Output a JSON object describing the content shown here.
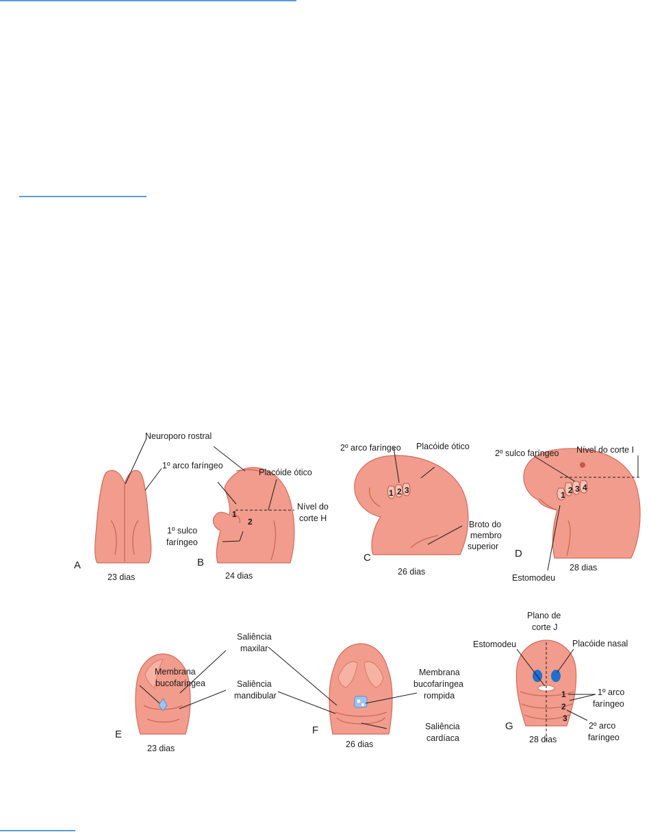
{
  "colors": {
    "embryo": "#f19c8c",
    "embryo_edge": "#d36a5c",
    "placode_nasal": "#1f6fd0",
    "membrane": "#9dc4ef",
    "highlight_lines": "#5b9bd5"
  },
  "panels": {
    "a": {
      "letter": "A",
      "age": "23 dias",
      "neuroporo": "Neuroporo rostral",
      "arco1": "1º arco faríngeo"
    },
    "b": {
      "letter": "B",
      "age": "24 dias",
      "placoide_otico": "Placóide ótico",
      "sulco1_l1": "1º sulco",
      "sulco1_l2": "faríngeo",
      "nivel_l1": "Nível do",
      "nivel_l2": "corte H",
      "n1": "1",
      "n2": "2"
    },
    "c": {
      "letter": "C",
      "age": "26 dias",
      "arco2": "2º arco faríngeo",
      "placoide_otico": "Placóide ótico",
      "broto_l1": "Broto do",
      "broto_l2": "membro",
      "broto_l3": "superior",
      "n1": "1",
      "n2": "2",
      "n3": "3"
    },
    "d": {
      "letter": "D",
      "age": "28 dias",
      "sulco2": "2º sulco faríngeo",
      "nivel": "Nível do corte I",
      "estomodeu": "Estomodeu",
      "n1": "1",
      "n2": "2",
      "n3": "3",
      "n4": "4"
    },
    "e": {
      "letter": "E",
      "age": "23 dias",
      "membrana_l1": "Membrana",
      "membrana_l2": "bucofaríngea"
    },
    "ef_shared": {
      "maxilar_l1": "Saliência",
      "maxilar_l2": "maxilar",
      "mandibular_l1": "Saliência",
      "mandibular_l2": "mandibular"
    },
    "f": {
      "letter": "F",
      "age": "26 dias",
      "rompida_l1": "Membrana",
      "rompida_l2": "bucofaríngea",
      "rompida_l3": "rompida",
      "cardiaca_l1": "Saliência",
      "cardiaca_l2": "cardíaca"
    },
    "g": {
      "letter": "G",
      "age": "28 dias",
      "plano_l1": "Plano de",
      "plano_l2": "corte J",
      "estomodeu": "Estomodeu",
      "placoide_nasal": "Placóide nasal",
      "arco1_l1": "1º arco",
      "arco1_l2": "faríngeo",
      "arco2_l1": "2º arco",
      "arco2_l2": "faríngeo",
      "n1": "1",
      "n2": "2",
      "n3": "3"
    }
  }
}
